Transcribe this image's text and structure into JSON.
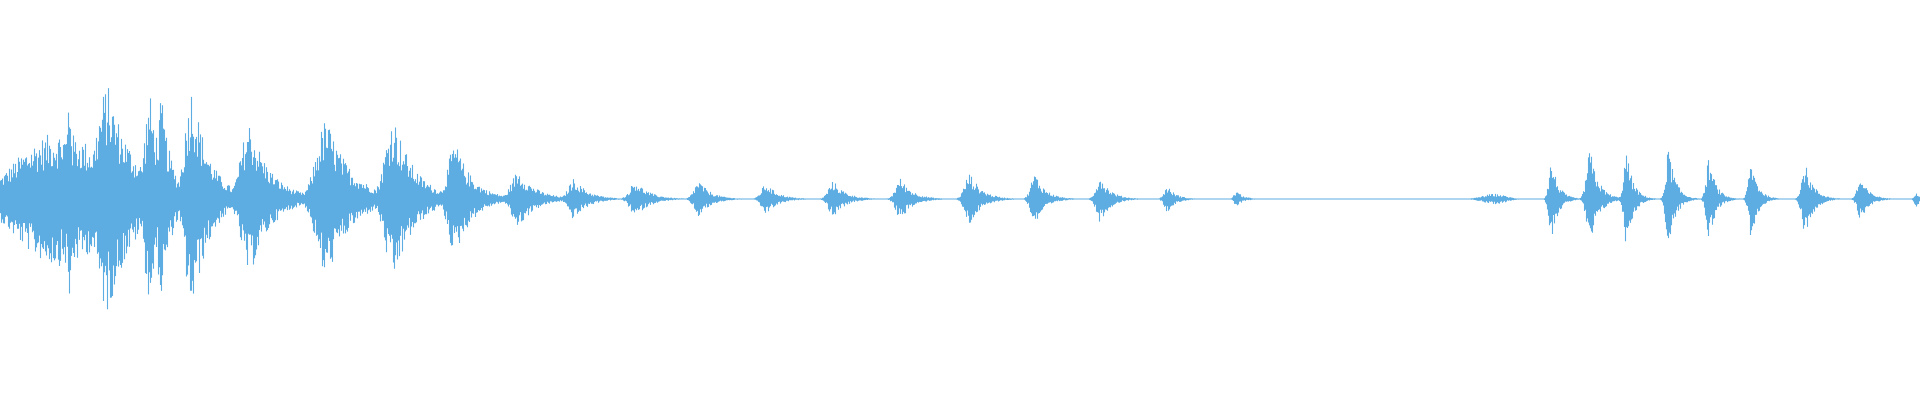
{
  "waveform": {
    "color": "#5dade2",
    "background": "#ffffff",
    "peak_amplitude": 1.0,
    "bursts": [
      {
        "t": 0.0,
        "w": 0.042,
        "a": 0.5,
        "kind": "swell"
      },
      {
        "t": 0.036,
        "w": 0.004,
        "a": 0.88,
        "kind": "spike"
      },
      {
        "t": 0.056,
        "w": 0.016,
        "a": 0.88,
        "kind": "burst"
      },
      {
        "t": 0.078,
        "w": 0.008,
        "a": 0.8,
        "kind": "burst"
      },
      {
        "t": 0.084,
        "w": 0.006,
        "a": 0.78,
        "kind": "burst"
      },
      {
        "t": 0.1,
        "w": 0.01,
        "a": 0.88,
        "kind": "burst"
      },
      {
        "t": 0.13,
        "w": 0.012,
        "a": 0.6,
        "kind": "burst"
      },
      {
        "t": 0.15,
        "w": 0.01,
        "a": 0.06,
        "kind": "hum"
      },
      {
        "t": 0.17,
        "w": 0.014,
        "a": 0.62,
        "kind": "burst"
      },
      {
        "t": 0.205,
        "w": 0.012,
        "a": 0.64,
        "kind": "burst"
      },
      {
        "t": 0.237,
        "w": 0.01,
        "a": 0.44,
        "kind": "burst"
      },
      {
        "t": 0.27,
        "w": 0.01,
        "a": 0.22,
        "kind": "burst"
      },
      {
        "t": 0.299,
        "w": 0.008,
        "a": 0.16,
        "kind": "burst"
      },
      {
        "t": 0.331,
        "w": 0.008,
        "a": 0.14,
        "kind": "burst"
      },
      {
        "t": 0.364,
        "w": 0.007,
        "a": 0.14,
        "kind": "burst"
      },
      {
        "t": 0.399,
        "w": 0.007,
        "a": 0.12,
        "kind": "burst"
      },
      {
        "t": 0.434,
        "w": 0.007,
        "a": 0.14,
        "kind": "burst"
      },
      {
        "t": 0.469,
        "w": 0.007,
        "a": 0.16,
        "kind": "burst"
      },
      {
        "t": 0.505,
        "w": 0.007,
        "a": 0.2,
        "kind": "burst"
      },
      {
        "t": 0.539,
        "w": 0.006,
        "a": 0.2,
        "kind": "burst"
      },
      {
        "t": 0.573,
        "w": 0.006,
        "a": 0.18,
        "kind": "burst"
      },
      {
        "t": 0.608,
        "w": 0.005,
        "a": 0.1,
        "kind": "burst"
      },
      {
        "t": 0.644,
        "w": 0.004,
        "a": 0.06,
        "kind": "burst"
      },
      {
        "t": 0.778,
        "w": 0.006,
        "a": 0.04,
        "kind": "hum"
      },
      {
        "t": 0.808,
        "w": 0.004,
        "a": 0.3,
        "kind": "burst"
      },
      {
        "t": 0.828,
        "w": 0.005,
        "a": 0.38,
        "kind": "burst"
      },
      {
        "t": 0.847,
        "w": 0.004,
        "a": 0.36,
        "kind": "burst"
      },
      {
        "t": 0.869,
        "w": 0.004,
        "a": 0.4,
        "kind": "burst"
      },
      {
        "t": 0.89,
        "w": 0.004,
        "a": 0.32,
        "kind": "burst"
      },
      {
        "t": 0.912,
        "w": 0.004,
        "a": 0.3,
        "kind": "burst"
      },
      {
        "t": 0.94,
        "w": 0.005,
        "a": 0.28,
        "kind": "burst"
      },
      {
        "t": 0.969,
        "w": 0.005,
        "a": 0.16,
        "kind": "burst"
      },
      {
        "t": 0.998,
        "w": 0.003,
        "a": 0.06,
        "kind": "burst"
      }
    ]
  }
}
